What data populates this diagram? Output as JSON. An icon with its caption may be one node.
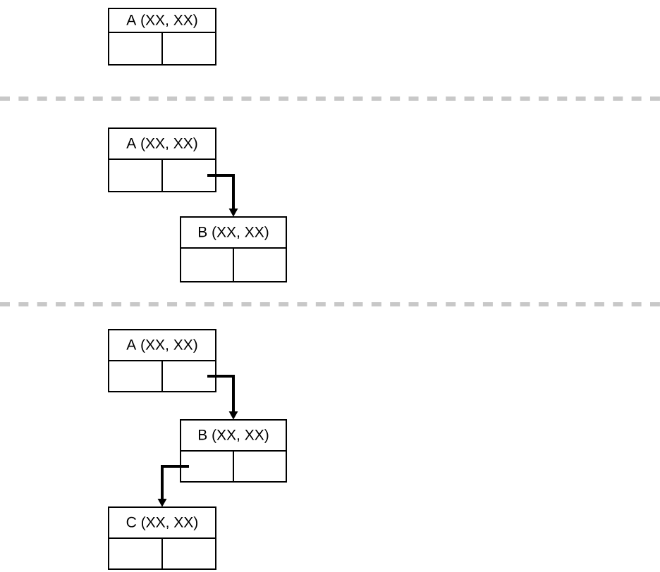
{
  "diagram": {
    "nodes": [
      {
        "text": [
          "A (XX, XX)"
        ]
      },
      {
        "text": [
          "A (XX, XX)"
        ]
      },
      {
        "text": [
          "B (XX, XX)"
        ]
      },
      {
        "text": [
          "A (XX, XX)"
        ]
      },
      {
        "text": [
          "B (XX, XX)"
        ]
      },
      {
        "text": [
          "C (XX, XX)"
        ]
      }
    ],
    "edges": [
      {
        "from": 1,
        "to": 2,
        "arrow": "to"
      },
      {
        "from": 3,
        "to": 4,
        "arrow": "to"
      },
      {
        "from": 4,
        "to": 5,
        "arrow": "to"
      }
    ]
  }
}
